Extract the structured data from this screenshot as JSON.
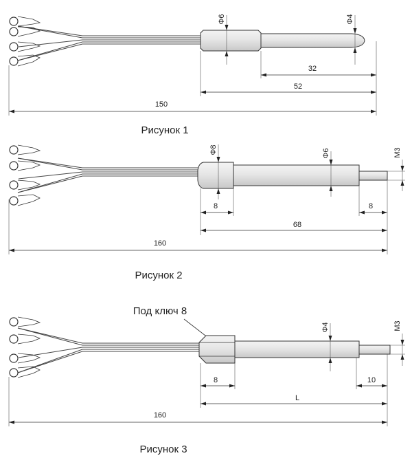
{
  "figures": [
    {
      "caption": "Рисунок 1",
      "dims": {
        "total_length": "150",
        "probe_length": "52",
        "tip_length": "32",
        "sleeve_diameter": "Φ6",
        "tip_diameter": "Φ4"
      }
    },
    {
      "caption": "Рисунок 2",
      "dims": {
        "total_length": "160",
        "probe_length": "68",
        "head_length": "8",
        "thread_length": "8",
        "head_diameter": "Φ8",
        "tube_diameter": "Φ6",
        "thread": "M3"
      }
    },
    {
      "caption": "Рисунок 3",
      "callout": "Под ключ 8",
      "dims": {
        "total_length": "160",
        "probe_length": "L",
        "head_length": "8",
        "thread_length": "10",
        "tube_diameter": "Φ4",
        "thread": "M3"
      }
    }
  ]
}
